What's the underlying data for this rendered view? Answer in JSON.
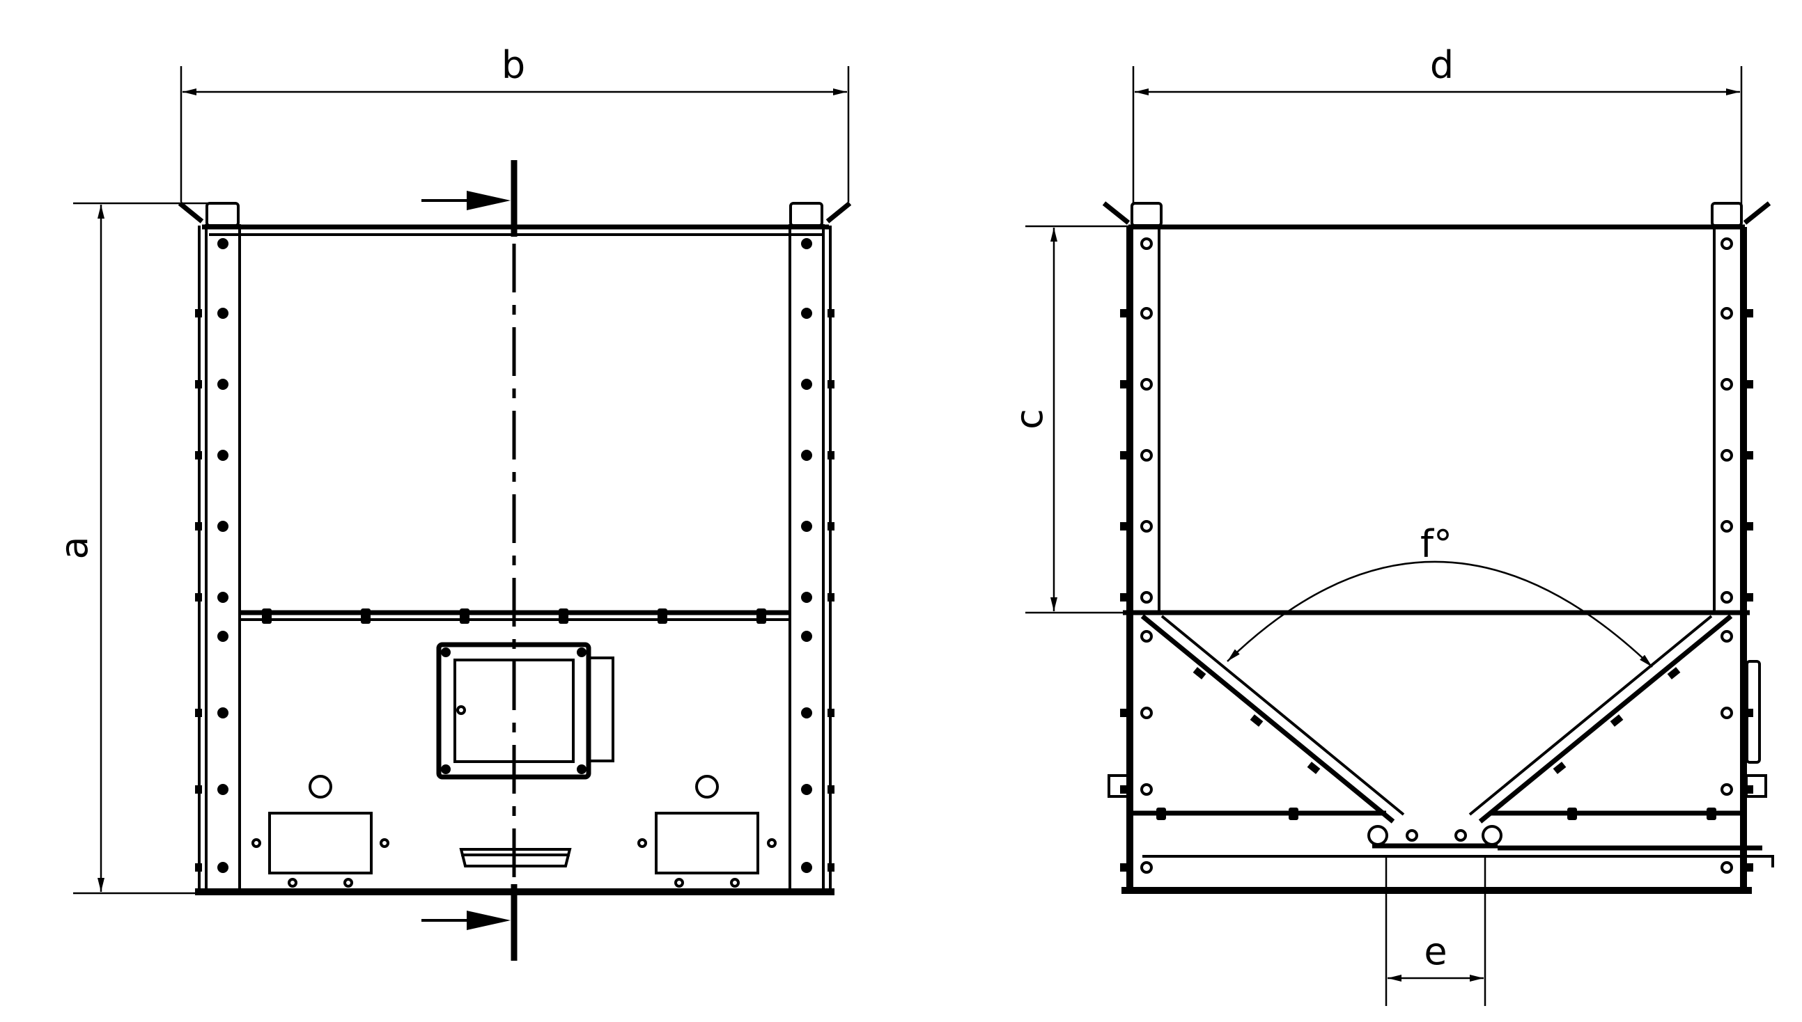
{
  "labels": {
    "a": "a",
    "b": "b",
    "c": "c",
    "d": "d",
    "e": "e",
    "f": "f°"
  },
  "colors": {
    "line": "#000000",
    "background": "#ffffff"
  }
}
